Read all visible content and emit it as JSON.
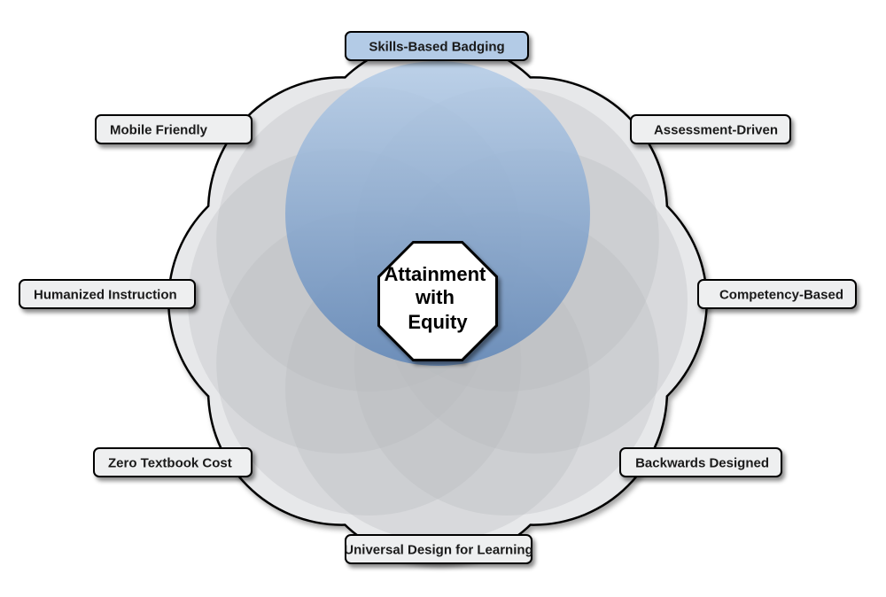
{
  "center": {
    "lines": [
      "Attainment",
      "with",
      "Equity"
    ]
  },
  "labels": [
    {
      "id": "skills",
      "text": "Skills-Based Badging",
      "highlighted": true
    },
    {
      "id": "assessment",
      "text": "Assessment-Driven",
      "highlighted": false
    },
    {
      "id": "competency",
      "text": "Competency-Based",
      "highlighted": false
    },
    {
      "id": "backwards",
      "text": "Backwards Designed",
      "highlighted": false
    },
    {
      "id": "udl",
      "text": "Universal Design for Learning",
      "highlighted": false
    },
    {
      "id": "zero",
      "text": "Zero Textbook Cost",
      "highlighted": false
    },
    {
      "id": "humanized",
      "text": "Humanized Instruction",
      "highlighted": false
    },
    {
      "id": "mobile",
      "text": "Mobile Friendly",
      "highlighted": false
    }
  ],
  "colors": {
    "highlight": "#89a9d0",
    "petal": "#b8babd",
    "outer_ring": "#e7e8ea",
    "label_fill": "#eeeff0",
    "label_highlight_fill": "#b3cbe6"
  }
}
